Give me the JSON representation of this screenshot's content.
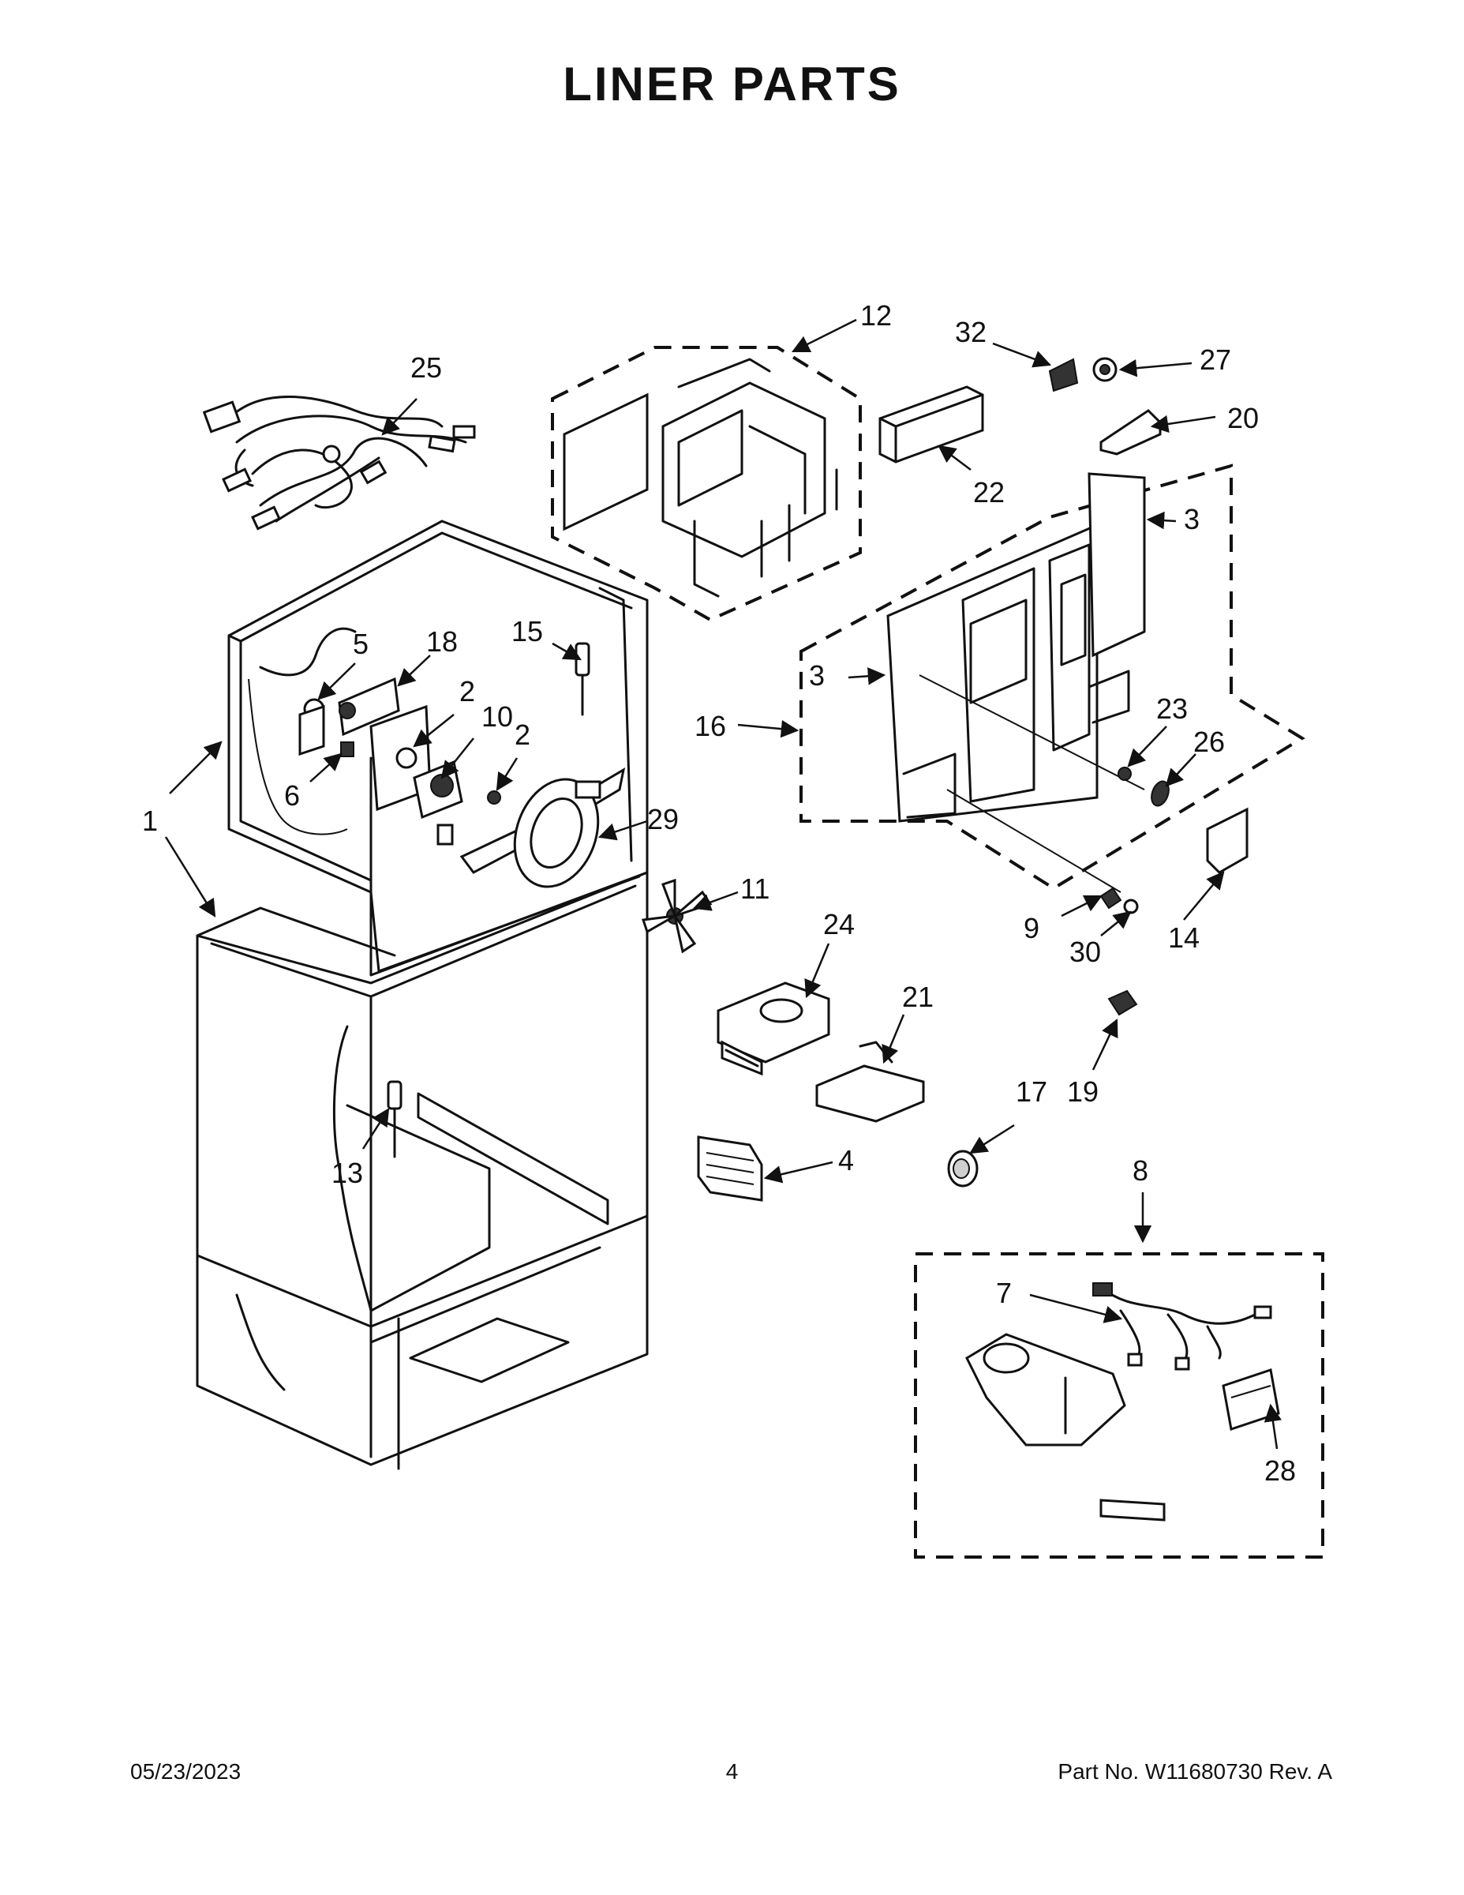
{
  "title": "LINER PARTS",
  "footer": {
    "date": "05/23/2023",
    "page": "4",
    "part_number": "Part No.  W11680730  Rev.  A"
  },
  "part_labels": [
    "1",
    "1",
    "2",
    "2",
    "3",
    "3",
    "4",
    "5",
    "6",
    "7",
    "8",
    "9",
    "10",
    "11",
    "12",
    "13",
    "14",
    "15",
    "16",
    "17",
    "18",
    "19",
    "20",
    "21",
    "22",
    "23",
    "24",
    "25",
    "26",
    "27",
    "28",
    "29",
    "30",
    "32"
  ]
}
